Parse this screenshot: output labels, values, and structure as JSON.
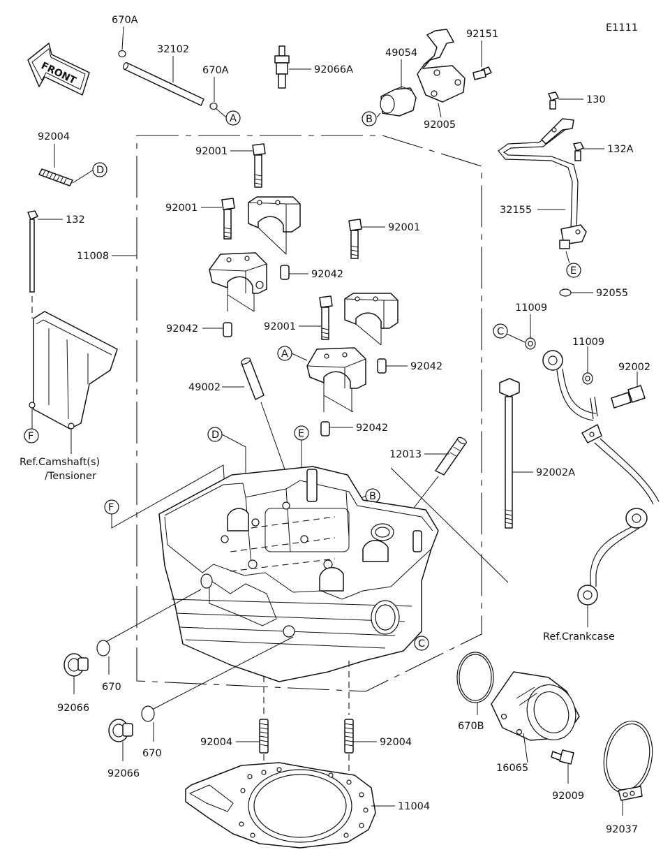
{
  "diagram_id": "E1111",
  "front_label": "FRONT",
  "part_numbers": {
    "p670A_top": "670A",
    "p32102": "32102",
    "p670A_mid": "670A",
    "p92066A": "92066A",
    "p49054": "49054",
    "p92151": "92151",
    "p92005": "92005",
    "p130": "130",
    "p132A": "132A",
    "p92004_top": "92004",
    "p132": "132",
    "p11008": "11008",
    "p92001_a": "92001",
    "p92001_b": "92001",
    "p92001_c": "92001",
    "p92001_d": "92001",
    "p92042_a": "92042",
    "p92042_b": "92042",
    "p92042_c": "92042",
    "p92042_d": "92042",
    "p32155": "32155",
    "p92055": "92055",
    "p11009_a": "11009",
    "p11009_b": "11009",
    "p92002": "92002",
    "p49002": "49002",
    "p12013": "12013",
    "p92002A": "92002A",
    "p670_a": "670",
    "p670_b": "670",
    "p92066_a": "92066",
    "p92066_b": "92066",
    "p670B": "670B",
    "p16065": "16065",
    "p92009": "92009",
    "p92037": "92037",
    "p92004_l": "92004",
    "p92004_r": "92004",
    "p11004": "11004"
  },
  "references": {
    "camshaft_line1": "Ref.Camshaft(s)",
    "camshaft_line2": "/Tensioner",
    "crankcase": "Ref.Crankcase"
  },
  "callouts": {
    "A": "A",
    "B": "B",
    "C": "C",
    "D": "D",
    "E": "E",
    "F": "F"
  }
}
